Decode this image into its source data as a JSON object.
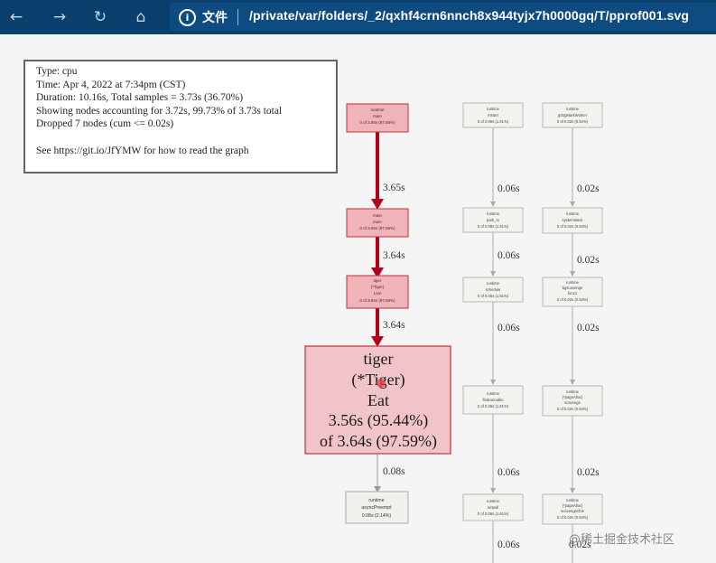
{
  "toolbar": {
    "back_icon": "arrow-left-icon",
    "forward_icon": "arrow-right-icon",
    "reload_icon": "reload-icon",
    "home_icon": "home-icon",
    "file_label": "文件",
    "url": "/private/var/folders/_2/qxhf4crn6nnch8x944tyjx7h0000gq/T/pprof001.svg"
  },
  "legend": {
    "lines": [
      "Type: cpu",
      "Time: Apr 4, 2022 at 7:34pm (CST)",
      "Duration: 10.16s, Total samples = 3.73s (36.70%)",
      "Showing nodes accounting for 3.72s, 99.73% of 3.73s total",
      "Dropped 7 nodes (cum <= 0.02s)",
      "",
      "See https://git.io/JfYMW for how to read the graph"
    ]
  },
  "graph": {
    "big_node": {
      "lines": [
        "tiger",
        "(*Tiger)",
        "Eat",
        "3.56s (95.44%)",
        "of 3.64s (97.59%)"
      ]
    },
    "edges": {
      "main_to_main": "3.65s",
      "main_to_tiger": "3.64s",
      "live_to_eat": "3.64s",
      "eat_to_async": "0.08s",
      "col2_e1": "0.06s",
      "col2_e2": "0.06s",
      "col2_e3": "0.06s",
      "col2_e4": "0.06s",
      "col2_e5": "0.06s",
      "col3_e1": "0.02s",
      "col3_e2": "0.02s",
      "col3_e3": "0.02s",
      "col3_e4": "0.02s",
      "col3_e5": "0.02s"
    },
    "small_nodes": {
      "main1": [
        "runtime",
        "main",
        "0 of 3.65s (97.86%)"
      ],
      "main2": [
        "main",
        "main",
        "0 of 3.65s (97.86%)"
      ],
      "tigerlive": [
        "tiger",
        "(*Tiger)",
        "Live",
        "0 of 3.64s (97.59%)"
      ],
      "mstart": [
        "runtime",
        "mstart",
        "0 of 0.06s (1.61%)"
      ],
      "park": [
        "runtime",
        "park_m",
        "0 of 0.06s (1.61%)"
      ],
      "schedule": [
        "runtime",
        "schedule",
        "0 of 0.06s (1.61%)"
      ],
      "findrunnable": [
        "runtime",
        "findrunnable",
        "0 of 0.06s (1.61%)"
      ],
      "netpoll": [
        "runtime",
        "netpoll",
        "0 of 0.06s (1.61%)"
      ],
      "gcbg": [
        "runtime",
        "gcBgMarkWorker",
        "0 of 0.02s (0.54%)"
      ],
      "systemstack": [
        "runtime",
        "systemstack",
        "0 of 0.02s (0.54%)"
      ],
      "bgsweep": [
        "runtime",
        "bgscavenge",
        "func1",
        "0 of 0.02s (0.54%)"
      ],
      "pagealloc": [
        "runtime",
        "(*pageAlloc)",
        "scavenge",
        "0 of 0.02s (0.54%)"
      ],
      "scavengeone": [
        "runtime",
        "(*pageAlloc)",
        "scavengeOne",
        "0 of 0.02s (0.54%)"
      ],
      "async": [
        "runtime",
        "asyncPreempt",
        "0.08s (2.14%)"
      ]
    }
  },
  "watermark": "@稀土掘金技术社区"
}
